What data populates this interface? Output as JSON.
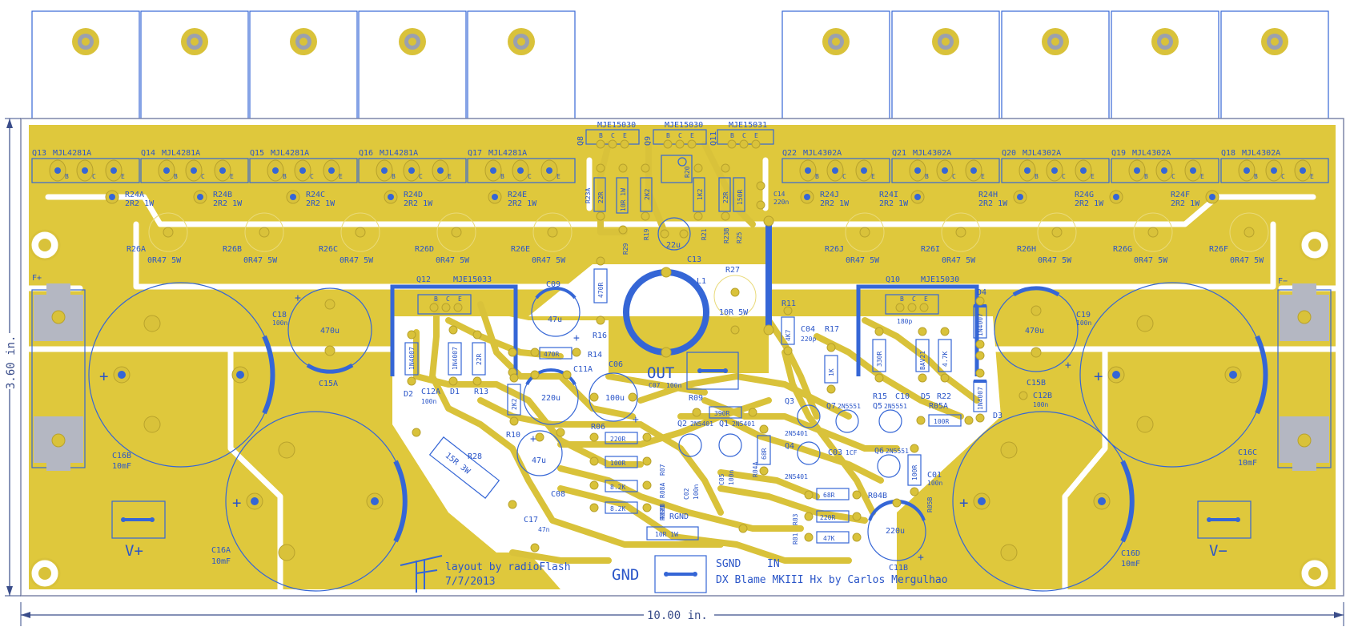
{
  "colors": {
    "board": "#dfc83c",
    "copper_edge": "#c9b232",
    "silk": "#3566d6",
    "void": "#ffffff",
    "dimension": "#3a4d8a",
    "pad_grey": "#b4b7c2"
  },
  "dimensions": {
    "height": "3.60 in.",
    "width": "10.00 in."
  },
  "credits": {
    "layout": "layout by radioFlash",
    "date": "7/7/2013",
    "title": "DX Blame MKIII Hx by Carlos Mergulhao"
  },
  "connectors": {
    "out": "OUT",
    "gnd": "GND",
    "sgnd": "SGND",
    "in": "IN",
    "vplus": "V+",
    "vminus": "V−",
    "fplus": "F+",
    "fminus": "F−",
    "rgnd": "RGND"
  },
  "output_transistors": [
    {
      "ref": "Q13",
      "part": "MJL4281A"
    },
    {
      "ref": "Q14",
      "part": "MJL4281A"
    },
    {
      "ref": "Q15",
      "part": "MJL4281A"
    },
    {
      "ref": "Q16",
      "part": "MJL4281A"
    },
    {
      "ref": "Q17",
      "part": "MJL4281A"
    },
    {
      "ref": "Q22",
      "part": "MJL4302A"
    },
    {
      "ref": "Q21",
      "part": "MJL4302A"
    },
    {
      "ref": "Q20",
      "part": "MJL4302A"
    },
    {
      "ref": "Q19",
      "part": "MJL4302A"
    },
    {
      "ref": "Q18",
      "part": "MJL4302A"
    }
  ],
  "base_resistors": [
    {
      "ref": "R24A",
      "val": "2R2 1W"
    },
    {
      "ref": "R24B",
      "val": "2R2 1W"
    },
    {
      "ref": "R24C",
      "val": "2R2 1W"
    },
    {
      "ref": "R24D",
      "val": "2R2 1W"
    },
    {
      "ref": "R24E",
      "val": "2R2 1W"
    },
    {
      "ref": "R24J",
      "val": "2R2 1W"
    },
    {
      "ref": "R24I",
      "val": "2R2 1W"
    },
    {
      "ref": "R24H",
      "val": "2R2 1W"
    },
    {
      "ref": "R24G",
      "val": "2R2 1W"
    },
    {
      "ref": "R24F",
      "val": "2R2 1W"
    }
  ],
  "emitter_resistors": [
    {
      "ref": "R26A",
      "val": "0R47 5W"
    },
    {
      "ref": "R26B",
      "val": "0R47 5W"
    },
    {
      "ref": "R26C",
      "val": "0R47 5W"
    },
    {
      "ref": "R26D",
      "val": "0R47 5W"
    },
    {
      "ref": "R26E",
      "val": "0R47 5W"
    },
    {
      "ref": "R26J",
      "val": "0R47 5W"
    },
    {
      "ref": "R26I",
      "val": "0R47 5W"
    },
    {
      "ref": "R26H",
      "val": "0R47 5W"
    },
    {
      "ref": "R26G",
      "val": "0R47 5W"
    },
    {
      "ref": "R26F",
      "val": "0R47 5W"
    }
  ],
  "drivers": [
    {
      "ref": "Q8",
      "part": "MJE15030"
    },
    {
      "ref": "Q9",
      "part": "MJE15030"
    },
    {
      "ref": "Q11",
      "part": "MJE15031"
    },
    {
      "ref": "Q12",
      "part": "MJE15033"
    },
    {
      "ref": "Q10",
      "part": "MJE15030"
    }
  ],
  "pin_labels": {
    "b": "B",
    "c": "C",
    "e": "E"
  },
  "filter_caps": [
    {
      "ref": "C16B",
      "val": "10mF"
    },
    {
      "ref": "C16A",
      "val": "10mF"
    },
    {
      "ref": "C16C",
      "val": "10mF"
    },
    {
      "ref": "C16D",
      "val": "10mF"
    }
  ],
  "parts": {
    "r23a": "R23A",
    "r22r": "22R",
    "r10r": "10R 1W",
    "r2k2a": "2K2",
    "r20": "R20",
    "r1k2": "1K2",
    "r22r2": "22R",
    "r150r": "150R",
    "c14": "C14",
    "c14v": "220n",
    "r19": "R19",
    "r29": "R29",
    "r21": "R21",
    "r23b": "R23B",
    "r25": "R25",
    "c13": "C13",
    "c13v": "22u",
    "r470r": "470R",
    "l1": "L1",
    "r27": "R27",
    "r27v": "10R 5W",
    "r16": "R16",
    "r14": "R14",
    "c09": "C09",
    "c09v": "47u",
    "r470r2": "470R",
    "r11": "R11",
    "r4k7": "4K7",
    "c04": "C04",
    "c04v": "220p",
    "r17": "R17",
    "r1k": "1K",
    "c18": "C18",
    "c18v": "100n",
    "c15a": "C15A",
    "c15av": "470u",
    "c19": "C19",
    "c19v": "100n",
    "c15b": "C15B",
    "c15bv": "470u",
    "d4": "D4",
    "d4v": "1N4007",
    "d3": "D3",
    "d3v": "1N4007",
    "c12b": "C12B",
    "c12bv": "100n",
    "d2": "D2",
    "d2v": "1N4007",
    "d1": "D1",
    "d1v": "1N4007",
    "c12a": "C12A",
    "c12av": "100n",
    "r13": "R13",
    "r22ra": "22R",
    "c11a": "C11A",
    "c11av": "220u",
    "c06": "C06",
    "c06v": "100u",
    "c07": "C07",
    "c07v": "100n",
    "r2k2b": "2K2",
    "r10": "R10",
    "r06": "R06",
    "r220r": "220R",
    "r100r": "100R",
    "r8k2a": "8.2K",
    "r8k2b": "8.2K",
    "c08": "C08",
    "c08v": "47u",
    "r28": "R28",
    "r28v": "15R 3W",
    "c17": "C17",
    "c17v": "47n",
    "r09": "R09",
    "r390r": "390R",
    "q2": "Q2",
    "q2v": "2N5401",
    "q1": "Q1",
    "q1v": "2N5401",
    "r07": "R07",
    "r08b": "R08B",
    "r08a": "R08A",
    "r68r": "68R",
    "r04a": "R04A",
    "c02": "C02",
    "c02v": "100n",
    "c05": "C05",
    "c05v": "100n",
    "r10r1w": "10R 1W",
    "r09b": "R09B",
    "q3": "Q3",
    "q3v": "2N5401",
    "q4": "Q4",
    "q4v": "2N5401",
    "c03": "C03",
    "c03v": "1CF",
    "q7": "Q7",
    "q7v": "2N5551",
    "q5": "Q5",
    "q5v": "2N5551",
    "q6": "Q6",
    "q6v": "2N5551",
    "r330r": "330R",
    "c10": "C10",
    "c10v": "180p",
    "bav21": "BAV21",
    "d5": "D5",
    "r15": "R15",
    "r22": "R22",
    "r4k7b": "4.7K",
    "r05a": "R05A",
    "r100rb": "100R",
    "r05b": "R05B",
    "c01": "C01",
    "c01v": "100n",
    "r100rc": "100R",
    "r68rb": "68R",
    "r04b": "R04B",
    "r03": "R03",
    "r220rb": "220R",
    "r01": "R01",
    "r47k": "47K",
    "c11b": "C11B",
    "c11bv": "220u"
  }
}
